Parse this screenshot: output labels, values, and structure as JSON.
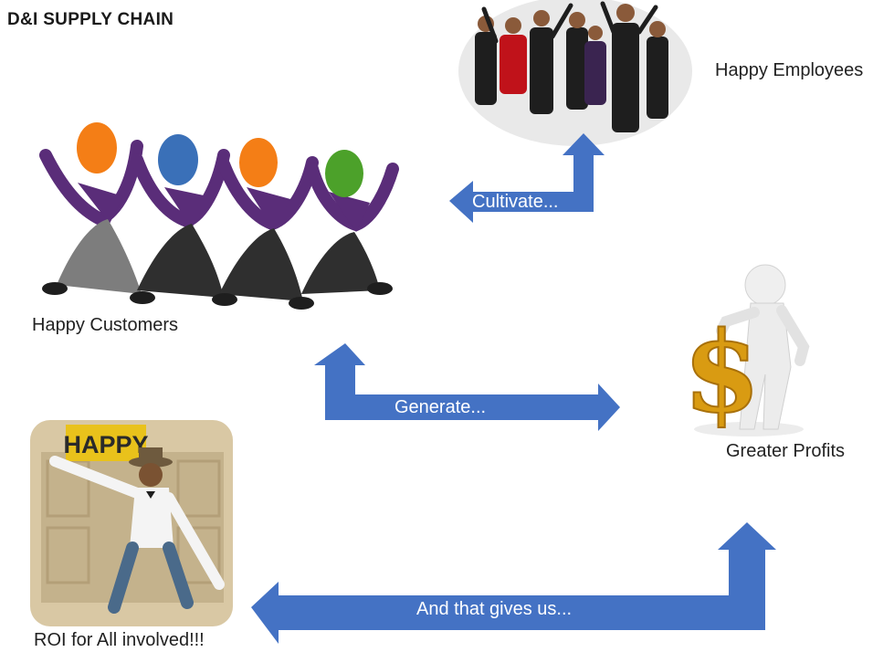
{
  "title": "D&I  SUPPLY CHAIN",
  "labels": {
    "employees": "Happy Employees",
    "customers": "Happy Customers",
    "profits": "Greater Profits",
    "roi": "ROI for All involved!!!"
  },
  "arrows": {
    "cultivate": "Cultivate...",
    "generate": "Generate...",
    "gives": "And that gives us..."
  },
  "image_text": {
    "happy_sign": "HAPPY",
    "dollar": "$"
  },
  "colors": {
    "arrow": "#4472c4",
    "orange": "#f47e16",
    "blue": "#3a70b8",
    "green": "#4ca12a",
    "purple": "#5a2d79",
    "gold": "#d99b12"
  }
}
